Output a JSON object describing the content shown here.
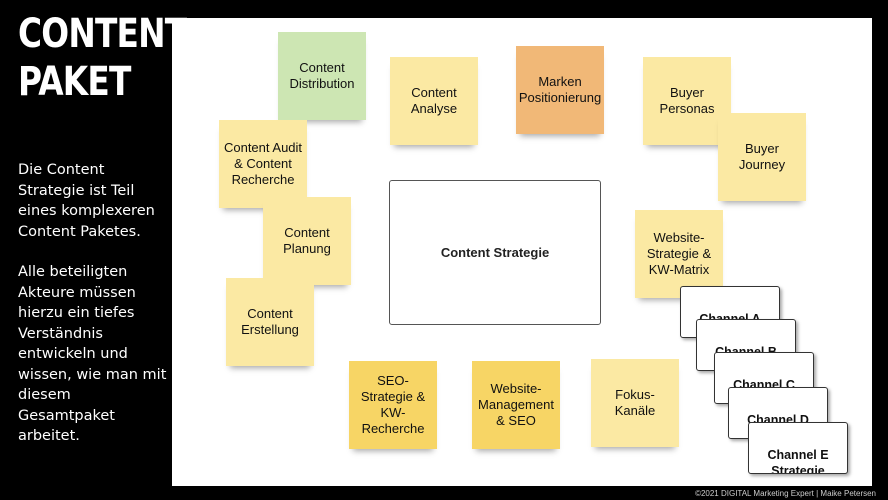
{
  "sidebar": {
    "title_line1": "CONTENT",
    "title_line2": "PAKET",
    "paragraph1": "Die Content Strategie ist Teil eines komplexeren Content Paketes.",
    "paragraph2": "Alle beteiligten Akteure müssen hierzu ein tiefes Verständnis entwickeln und wissen, wie man mit diesem Gesamtpaket arbeitet."
  },
  "center": {
    "label": "Content Strategie"
  },
  "notes": {
    "content_distribution": "Content\nDistribution",
    "content_analyse": "Content\nAnalyse",
    "marken_positionierung": "Marken\nPositionierung",
    "buyer_personas": "Buyer\nPersonas",
    "buyer_journey": "Buyer Journey",
    "content_audit": "Content Audit\n& Content\nRecherche",
    "content_planung": "Content\nPlanung",
    "content_erstellung": "Content\nErstellung",
    "website_strategie": "Website-\nStrategie &\nKW-Matrix",
    "seo_strategie": "SEO-\nStrategie &\nKW-Recherche",
    "website_management": "Website-\nManagement\n& SEO",
    "fokus_kanaele": "Fokus-Kanäle"
  },
  "channels": [
    "Channel A\nStrategie",
    "Channel B\nStrategie",
    "Channel C\nStrategie",
    "Channel D\nStrategie",
    "Channel E\nStrategie"
  ],
  "footer": "©2021 DIGITAL Marketing Expert | Maike Petersen"
}
